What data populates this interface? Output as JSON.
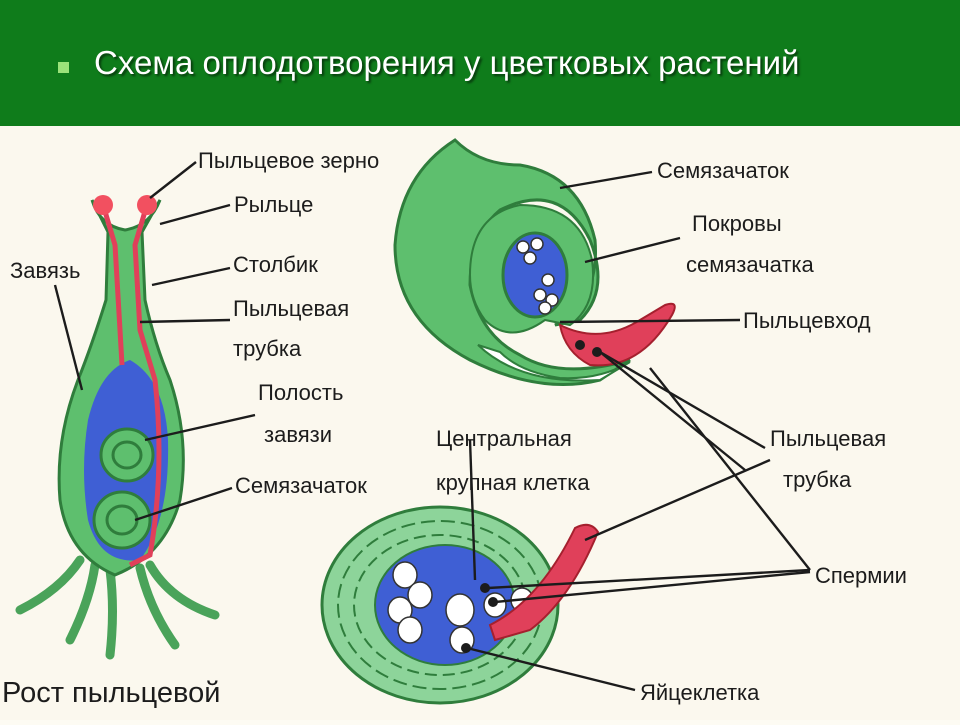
{
  "title": "Схема оплодотворения у цветковых растений",
  "colors": {
    "header": "#0f7c1b",
    "tissue_green": "#5ebf6e",
    "cavity_blue": "#3f5fd4",
    "tube_red": "#e0405a",
    "stigma_red": "#f25060"
  },
  "labels": {
    "pollen_grain": "Пыльцевое зерно",
    "stigma": "Рыльце",
    "ovary": "Завязь",
    "style": "Столбик",
    "pollen_tube_1": "Пыльцевая",
    "pollen_tube_2": "трубка",
    "ovary_cavity_1": "Полость",
    "ovary_cavity_2": "завязи",
    "ovule_left": "Семязачаток",
    "ovule_top": "Семязачаток",
    "integuments_1": "Покровы",
    "integuments_2": "семязачатка",
    "micropyle": "Пыльцевход",
    "central_cell_1": "Центральная",
    "central_cell_2": "крупная клетка",
    "pollen_tube_right_1": "Пыльцевая",
    "pollen_tube_right_2": "трубка",
    "sperms": "Спермии",
    "egg_cell": "Яйцеклетка",
    "caption": "Рост пыльцевой"
  }
}
